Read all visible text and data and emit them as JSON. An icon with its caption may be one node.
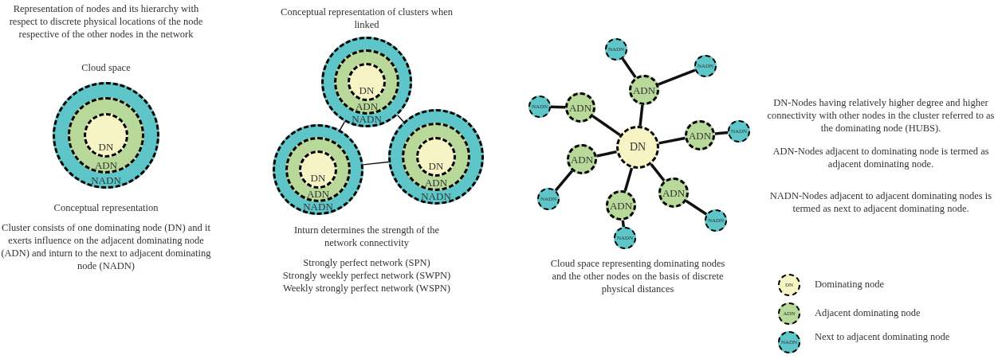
{
  "diagram": {
    "nodes": [
      {
        "text": [
          "NADN"
        ]
      },
      {
        "text": [
          "ADN"
        ],
        "in": 0
      },
      {
        "text": [
          "DN"
        ],
        "in": 1
      },
      {
        "text": [
          "NADN"
        ]
      },
      {
        "text": [
          "ADN"
        ],
        "in": 3
      },
      {
        "text": [
          "DN"
        ],
        "in": 4
      },
      {
        "text": [
          "NADN"
        ]
      },
      {
        "text": [
          "ADN"
        ],
        "in": 6
      },
      {
        "text": [
          "DN"
        ],
        "in": 7
      },
      {
        "text": [
          "NADN"
        ]
      },
      {
        "text": [
          "ADN"
        ],
        "in": 9
      },
      {
        "text": [
          "DN"
        ],
        "in": 10
      },
      {
        "text": [
          "DN"
        ]
      },
      {
        "text": [
          "ADN"
        ]
      },
      {
        "text": [
          "ADN"
        ]
      },
      {
        "text": [
          "ADN"
        ]
      },
      {
        "text": [
          "ADN"
        ]
      },
      {
        "text": [
          "ADN"
        ]
      },
      {
        "text": [
          "ADN"
        ]
      },
      {
        "text": [
          "NADN"
        ]
      },
      {
        "text": [
          "NADN"
        ]
      },
      {
        "text": [
          "NADN"
        ]
      },
      {
        "text": [
          "NADN"
        ]
      },
      {
        "text": [
          "NADN"
        ]
      },
      {
        "text": [
          "NADN"
        ]
      },
      {
        "text": [
          "NADN"
        ]
      },
      {
        "text": [
          "DN"
        ],
        "beside": [
          "Dominating node"
        ]
      },
      {
        "text": [
          "ADN"
        ],
        "beside": [
          "Adjacent dominating node"
        ]
      },
      {
        "text": [
          "NADN"
        ],
        "beside": [
          "Next to adjacent dominating node"
        ]
      }
    ],
    "edges": [
      {
        "from": 3,
        "to": 6,
        "arrow": "none"
      },
      {
        "from": 3,
        "to": 9,
        "arrow": "none"
      },
      {
        "from": 6,
        "to": 9,
        "arrow": "none"
      },
      {
        "from": 12,
        "to": 13,
        "arrow": "none"
      },
      {
        "from": 12,
        "to": 14,
        "arrow": "none"
      },
      {
        "from": 12,
        "to": 15,
        "arrow": "none"
      },
      {
        "from": 12,
        "to": 16,
        "arrow": "none"
      },
      {
        "from": 12,
        "to": 17,
        "arrow": "none"
      },
      {
        "from": 12,
        "to": 18,
        "arrow": "none"
      },
      {
        "from": 13,
        "to": 19,
        "arrow": "none"
      },
      {
        "from": 13,
        "to": 20,
        "arrow": "none"
      },
      {
        "from": 14,
        "to": 21,
        "arrow": "none"
      },
      {
        "from": 15,
        "to": 22,
        "arrow": "none"
      },
      {
        "from": 16,
        "to": 23,
        "arrow": "none"
      },
      {
        "from": 17,
        "to": 24,
        "arrow": "none"
      },
      {
        "from": 18,
        "to": 25,
        "arrow": "none"
      }
    ],
    "labels": [
      "Representation of nodes and its hierarchy with respect to discrete physical locations of the node respective of the other nodes in the network",
      "Cloud space",
      "Conceptual representation",
      "Cluster consists of one dominating node (DN) and it exerts influence on the adjacent dominating node (ADN) and inturn to the next to adjacent dominating node (NADN)",
      "Conceptual representation of clusters when linked",
      "Inturn determines the strength of the network connectivity",
      "Strongly perfect network (SPN)",
      "Strongly weekly perfect network (SWPN)",
      "Weekly strongly perfect network (WSPN)",
      "Cloud space representing dominating nodes and the other nodes on the basis of discrete physical distances",
      "DN-Nodes having relatively higher degree and higher connectivity with other nodes in the cluster referred to as the dominating node (HUBS).",
      "ADN-Nodes adjacent to dominating node is termed as adjacent dominating node.",
      "NADN-Nodes adjacent to adjacent dominating nodes is termed as next to adjacent dominating node."
    ]
  }
}
